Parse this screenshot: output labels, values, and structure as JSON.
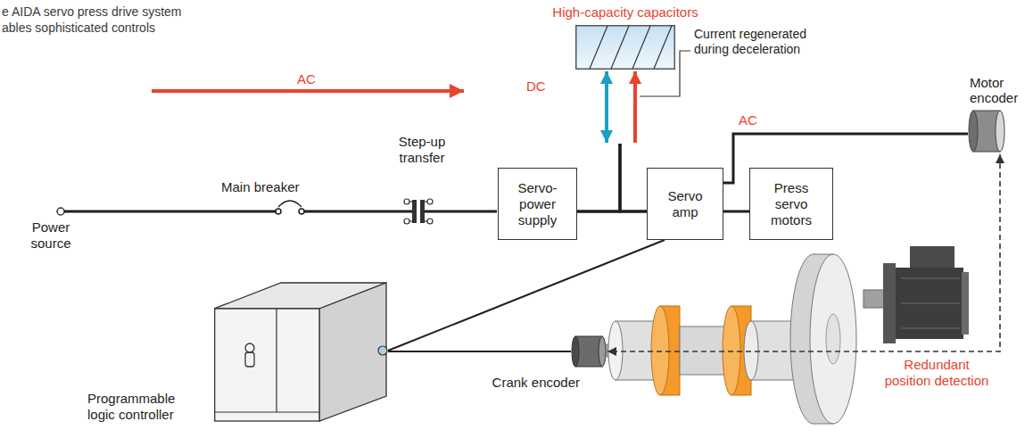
{
  "diagram": {
    "title": "e AIDA servo press drive system ables sophisticated controls",
    "nodes": [
      {
        "text": [
          "Servo- power supply"
        ]
      },
      {
        "text": [
          "High-capacity capacitors"
        ]
      },
      {
        "text": [
          "Servo amp"
        ]
      },
      {
        "text": [
          "Press servo motors"
        ]
      },
      {
        "text": [
          "Motor encoder"
        ]
      },
      {
        "text": [
          "Programmable logic controller"
        ]
      },
      {
        "text": [
          "Crank encoder"
        ]
      }
    ],
    "edges": [
      {
        "from": 0,
        "to": 2,
        "arrow": "none"
      },
      {
        "from": 2,
        "to": 3,
        "arrow": "none"
      },
      {
        "from": 0,
        "to": 1,
        "arrow": "both"
      },
      {
        "from": 2,
        "to": 1,
        "arrow": "to"
      },
      {
        "from": 2,
        "to": 4,
        "label": "AC",
        "arrow": "none"
      },
      {
        "from": 5,
        "to": 2,
        "arrow": "none"
      },
      {
        "from": 5,
        "to": 6,
        "arrow": "none"
      },
      {
        "from": 4,
        "to": 6,
        "label": "Redundant position detection",
        "arrow": "both"
      }
    ],
    "labels": [
      "AC",
      "DC",
      "Current regenerated during deceleration",
      "Power source",
      "Main breaker",
      "Step-up transfer"
    ]
  }
}
